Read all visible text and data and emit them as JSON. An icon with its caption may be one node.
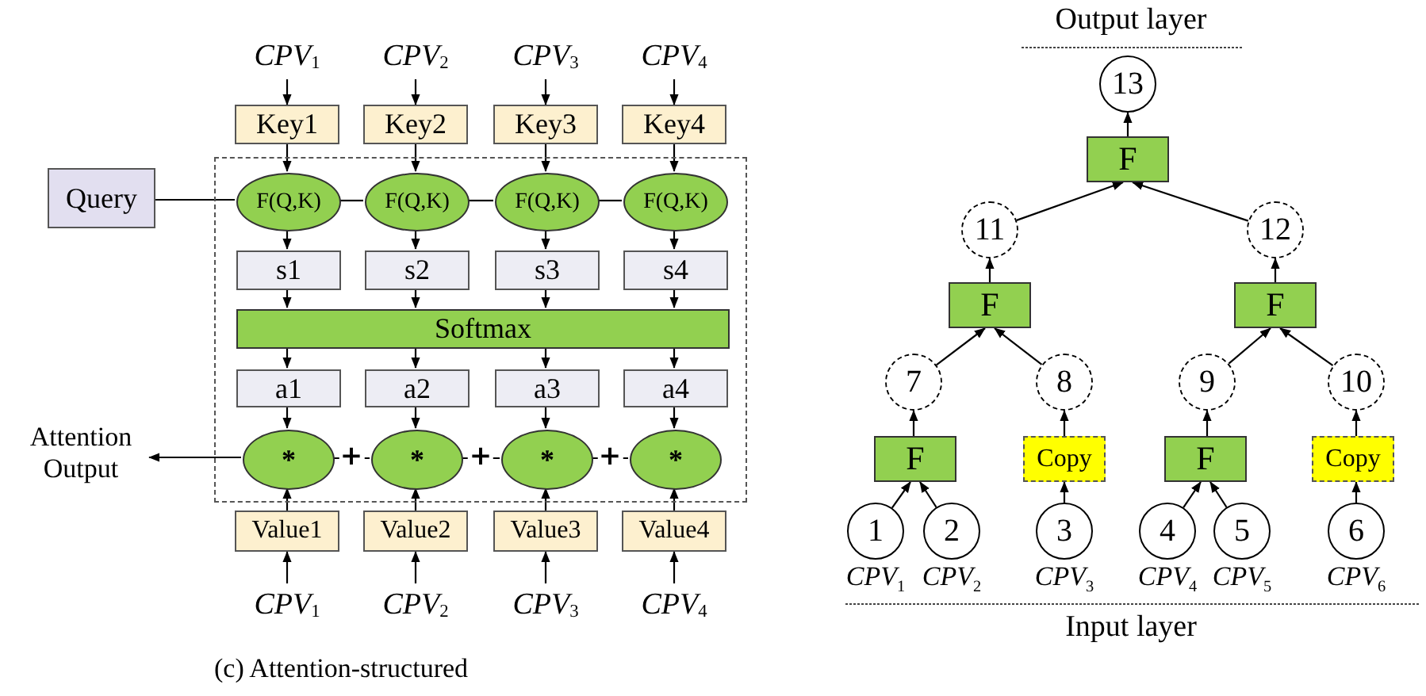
{
  "diagram": {
    "caption": "(c) Attention-structured",
    "nodes": [
      {
        "text": [],
        "shape": "box"
      },
      {
        "text": [
          "CPV$_{1}$"
        ]
      },
      {
        "text": [
          "CPV$_{2}$"
        ]
      },
      {
        "text": [
          "CPV$_{3}$"
        ]
      },
      {
        "text": [
          "CPV$_{4}$"
        ]
      },
      {
        "text": [
          "Key1"
        ]
      },
      {
        "text": [
          "Key2"
        ]
      },
      {
        "text": [
          "Key3"
        ]
      },
      {
        "text": [
          "Key4"
        ]
      },
      {
        "text": [
          "Query"
        ]
      },
      {
        "text": [
          "F(Q,K)"
        ],
        "in": 0
      },
      {
        "text": [
          "F(Q,K)"
        ],
        "in": 0
      },
      {
        "text": [
          "F(Q,K)"
        ],
        "in": 0
      },
      {
        "text": [
          "F(Q,K)"
        ],
        "in": 0
      },
      {
        "text": [
          "s1"
        ],
        "in": 0
      },
      {
        "text": [
          "s2"
        ],
        "in": 0
      },
      {
        "text": [
          "s3"
        ],
        "in": 0
      },
      {
        "text": [
          "s4"
        ],
        "in": 0
      },
      {
        "text": [
          "Softmax"
        ],
        "in": 0
      },
      {
        "text": [
          "a1"
        ],
        "in": 0
      },
      {
        "text": [
          "a2"
        ],
        "in": 0
      },
      {
        "text": [
          "a3"
        ],
        "in": 0
      },
      {
        "text": [
          "a4"
        ],
        "in": 0
      },
      {
        "text": [
          "*"
        ],
        "in": 0
      },
      {
        "text": [
          "*"
        ],
        "in": 0
      },
      {
        "text": [
          "*"
        ],
        "in": 0
      },
      {
        "text": [
          "*"
        ],
        "in": 0
      },
      {
        "text": [
          "Attention Output"
        ]
      },
      {
        "text": [
          "Value1"
        ]
      },
      {
        "text": [
          "Value2"
        ]
      },
      {
        "text": [
          "Value3"
        ]
      },
      {
        "text": [
          "Value4"
        ]
      },
      {
        "text": [
          "CPV$_{1}$"
        ]
      },
      {
        "text": [
          "CPV$_{2}$"
        ]
      },
      {
        "text": [
          "CPV$_{3}$"
        ]
      },
      {
        "text": [
          "CPV$_{4}$"
        ]
      },
      {
        "text": [
          "13"
        ]
      },
      {
        "text": [
          "F"
        ]
      },
      {
        "text": [
          "11"
        ]
      },
      {
        "text": [
          "12"
        ]
      },
      {
        "text": [
          "F"
        ]
      },
      {
        "text": [
          "F"
        ]
      },
      {
        "text": [
          "7"
        ]
      },
      {
        "text": [
          "8"
        ]
      },
      {
        "text": [
          "9"
        ]
      },
      {
        "text": [
          "10"
        ]
      },
      {
        "text": [
          "F"
        ]
      },
      {
        "text": [
          "Copy"
        ]
      },
      {
        "text": [
          "F"
        ]
      },
      {
        "text": [
          "Copy"
        ]
      },
      {
        "text": [
          "1"
        ],
        "beside": [
          "CPV$_{1}$"
        ]
      },
      {
        "text": [
          "2"
        ],
        "beside": [
          "CPV$_{2}$"
        ]
      },
      {
        "text": [
          "3"
        ],
        "beside": [
          "CPV$_{3}$"
        ]
      },
      {
        "text": [
          "4"
        ],
        "beside": [
          "CPV$_{4}$"
        ]
      },
      {
        "text": [
          "5"
        ],
        "beside": [
          "CPV$_{5}$"
        ]
      },
      {
        "text": [
          "6"
        ],
        "beside": [
          "CPV$_{6}$"
        ]
      }
    ],
    "edges": [
      {
        "from": 1,
        "to": 5,
        "arrow": "to"
      },
      {
        "from": 2,
        "to": 6,
        "arrow": "to"
      },
      {
        "from": 3,
        "to": 7,
        "arrow": "to"
      },
      {
        "from": 4,
        "to": 8,
        "arrow": "to"
      },
      {
        "from": 5,
        "to": 10,
        "arrow": "to"
      },
      {
        "from": 6,
        "to": 11,
        "arrow": "to"
      },
      {
        "from": 7,
        "to": 12,
        "arrow": "to"
      },
      {
        "from": 8,
        "to": 13,
        "arrow": "to"
      },
      {
        "from": 9,
        "to": 10,
        "arrow": "none"
      },
      {
        "from": 10,
        "to": 11,
        "arrow": "none"
      },
      {
        "from": 11,
        "to": 12,
        "arrow": "none"
      },
      {
        "from": 12,
        "to": 13,
        "arrow": "none"
      },
      {
        "from": 10,
        "to": 14,
        "arrow": "to"
      },
      {
        "from": 11,
        "to": 15,
        "arrow": "to"
      },
      {
        "from": 12,
        "to": 16,
        "arrow": "to"
      },
      {
        "from": 13,
        "to": 17,
        "arrow": "to"
      },
      {
        "from": 14,
        "to": 18,
        "arrow": "to"
      },
      {
        "from": 15,
        "to": 18,
        "arrow": "to"
      },
      {
        "from": 16,
        "to": 18,
        "arrow": "to"
      },
      {
        "from": 17,
        "to": 18,
        "arrow": "to"
      },
      {
        "from": 18,
        "to": 19,
        "arrow": "to"
      },
      {
        "from": 18,
        "to": 20,
        "arrow": "to"
      },
      {
        "from": 18,
        "to": 21,
        "arrow": "to"
      },
      {
        "from": 18,
        "to": 22,
        "arrow": "to"
      },
      {
        "from": 19,
        "to": 23,
        "arrow": "to"
      },
      {
        "from": 20,
        "to": 24,
        "arrow": "to"
      },
      {
        "from": 21,
        "to": 25,
        "arrow": "to"
      },
      {
        "from": 22,
        "to": 26,
        "arrow": "to"
      },
      {
        "from": 23,
        "to": 24,
        "arrow": "none",
        "label": "+"
      },
      {
        "from": 24,
        "to": 25,
        "arrow": "none",
        "label": "+"
      },
      {
        "from": 25,
        "to": 26,
        "arrow": "none",
        "label": "+"
      },
      {
        "from": 23,
        "to": 27,
        "arrow": "to"
      },
      {
        "from": 28,
        "to": 23,
        "arrow": "to"
      },
      {
        "from": 29,
        "to": 24,
        "arrow": "to"
      },
      {
        "from": 30,
        "to": 25,
        "arrow": "to"
      },
      {
        "from": 31,
        "to": 26,
        "arrow": "to"
      },
      {
        "from": 32,
        "to": 28,
        "arrow": "to"
      },
      {
        "from": 33,
        "to": 29,
        "arrow": "to"
      },
      {
        "from": 34,
        "to": 30,
        "arrow": "to"
      },
      {
        "from": 35,
        "to": 31,
        "arrow": "to"
      },
      {
        "from": 37,
        "to": 36,
        "arrow": "to"
      },
      {
        "from": 38,
        "to": 37,
        "arrow": "to"
      },
      {
        "from": 39,
        "to": 37,
        "arrow": "to"
      },
      {
        "from": 40,
        "to": 38,
        "arrow": "to"
      },
      {
        "from": 41,
        "to": 39,
        "arrow": "to"
      },
      {
        "from": 42,
        "to": 40,
        "arrow": "to"
      },
      {
        "from": 43,
        "to": 40,
        "arrow": "to"
      },
      {
        "from": 44,
        "to": 41,
        "arrow": "to"
      },
      {
        "from": 45,
        "to": 41,
        "arrow": "to"
      },
      {
        "from": 46,
        "to": 42,
        "arrow": "to"
      },
      {
        "from": 47,
        "to": 43,
        "arrow": "to"
      },
      {
        "from": 48,
        "to": 44,
        "arrow": "to"
      },
      {
        "from": 49,
        "to": 45,
        "arrow": "to"
      },
      {
        "from": 50,
        "to": 46,
        "arrow": "to"
      },
      {
        "from": 51,
        "to": 46,
        "arrow": "to"
      },
      {
        "from": 52,
        "to": 47,
        "arrow": "to"
      },
      {
        "from": 53,
        "to": 48,
        "arrow": "to"
      },
      {
        "from": 54,
        "to": 48,
        "arrow": "to"
      },
      {
        "from": 55,
        "to": 49,
        "arrow": "to"
      }
    ],
    "labels": [
      "Output layer",
      "Input layer"
    ]
  }
}
